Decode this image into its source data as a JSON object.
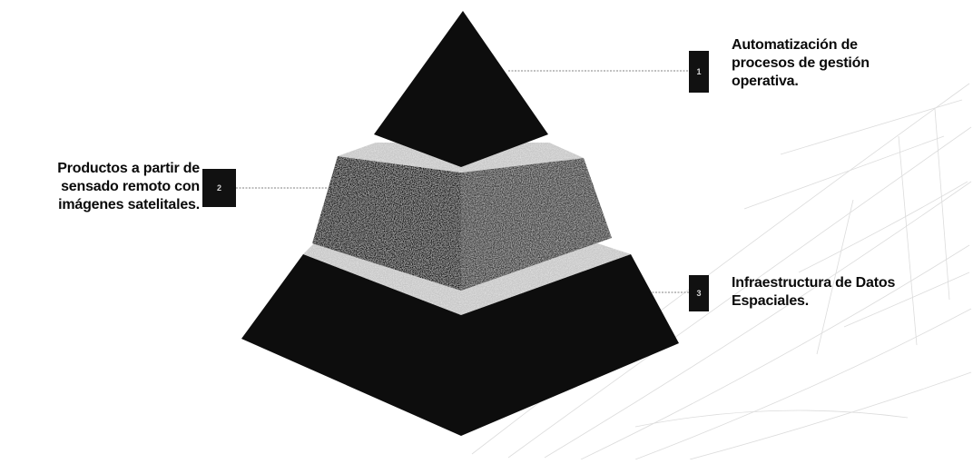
{
  "levels": [
    {
      "number": "1",
      "text": "Automatización de procesos de gestión operativa."
    },
    {
      "number": "2",
      "text": "Productos a partir de sensado remoto con imágenes satelitales."
    },
    {
      "number": "3",
      "text": "Infraestructura de Datos Espaciales."
    }
  ],
  "colors": {
    "block": "#0d0d0d",
    "middle_right": "#3a3a3a",
    "band": "#c7c7c7",
    "connector": "#9a9a9a",
    "background_lines": "#d9d9d9"
  }
}
